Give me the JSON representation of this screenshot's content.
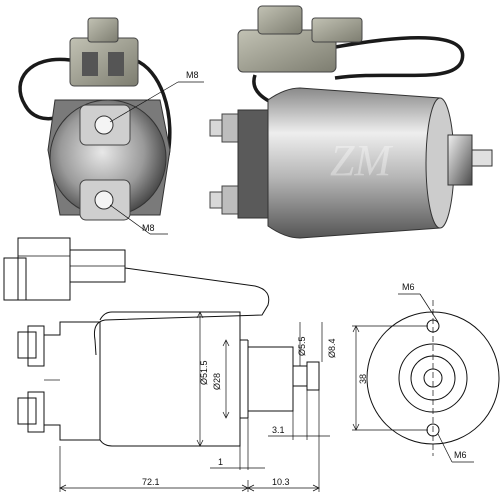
{
  "photo_labels": {
    "top_terminal": "M8",
    "bottom_terminal": "M8"
  },
  "dimensions": {
    "body_diameter": "Ø51.5",
    "plunger_diameter": "Ø28",
    "shaft_diameter": "Ø5.5",
    "tip_diameter": "Ø8.4",
    "plunger_offset": "3.1",
    "flange_gap": "1",
    "body_length": "72.1",
    "plunger_extension": "10.3",
    "mount_hole_top": "M6",
    "mount_hole_bottom": "M6",
    "hole_spacing": "38"
  },
  "colors": {
    "metal_light": "#d9d9d9",
    "metal_dark": "#6b6b6b",
    "connector": "#9a9a8a",
    "wire": "#1a1a1a",
    "drawing_line": "#111111"
  }
}
